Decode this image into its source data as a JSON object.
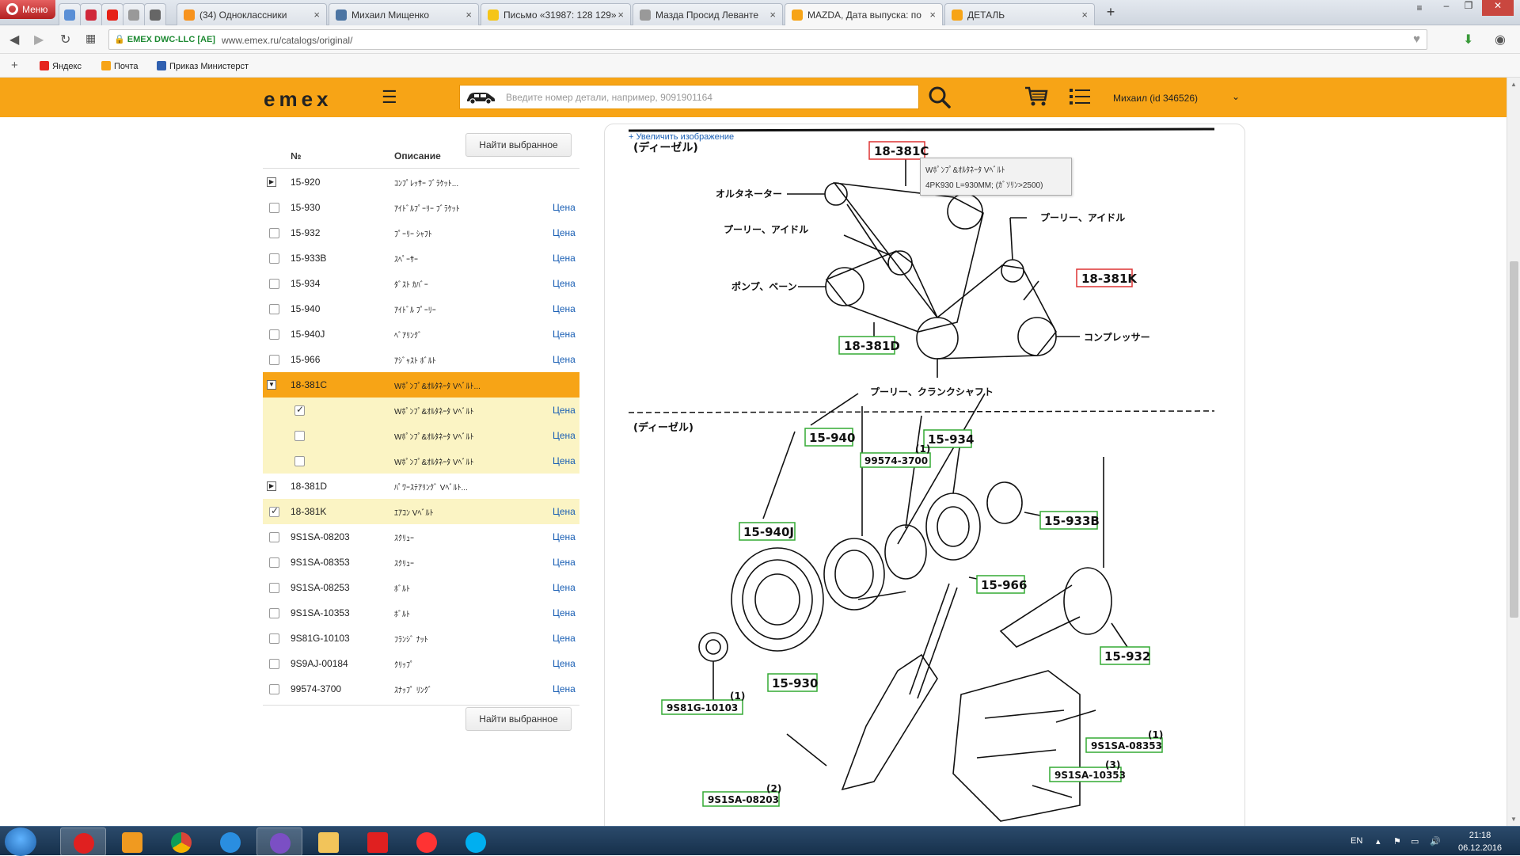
{
  "browser": {
    "menu_label": "Меню",
    "tabs": [
      {
        "label": "(34) Одноклассники",
        "color": "#f7931e"
      },
      {
        "label": "Михаил Мищенко",
        "color": "#4c75a3"
      },
      {
        "label": "Письмо «31987: 128 129»",
        "color": "#f5c518"
      },
      {
        "label": "Мазда Просид Леванте",
        "color": "#888888"
      },
      {
        "label": "MAZDA, Дата выпуска: по",
        "color": "#f7a416"
      },
      {
        "label": "ДЕТАЛЬ",
        "color": "#f7a416"
      }
    ],
    "secure_label": "EMEX DWC-LLC [AE]",
    "url": "www.emex.ru/catalogs/original/",
    "bookmarks": [
      "Яндекс",
      "Почта",
      "Приказ Министерст"
    ]
  },
  "header": {
    "logo": "emex",
    "search_placeholder": "Введите номер детали, например, 9091901164",
    "user_label": "Михаил  (id 346526)"
  },
  "table": {
    "find_button": "Найти выбранное",
    "col_num": "№",
    "col_desc": "Описание",
    "price_label": "Цена",
    "rows": [
      {
        "num": "15-920",
        "desc": "ｺﾝﾌﾟﾚｯｻｰ ﾌﾞﾗｹｯﾄ...",
        "price": ""
      },
      {
        "num": "15-930",
        "desc": "ｱｲﾄﾞﾙﾌﾟｰﾘｰ ﾌﾞﾗｹｯﾄ",
        "price": "Цена"
      },
      {
        "num": "15-932",
        "desc": "ﾌﾟｰﾘｰ ｼｬﾌﾄ",
        "price": "Цена"
      },
      {
        "num": "15-933B",
        "desc": "ｽﾍﾟｰｻｰ",
        "price": "Цена"
      },
      {
        "num": "15-934",
        "desc": "ﾀﾞｽﾄ ｶﾊﾞｰ",
        "price": "Цена"
      },
      {
        "num": "15-940",
        "desc": "ｱｲﾄﾞﾙ ﾌﾟｰﾘｰ",
        "price": "Цена"
      },
      {
        "num": "15-940J",
        "desc": "ﾍﾞｱﾘﾝｸﾞ",
        "price": "Цена"
      },
      {
        "num": "15-966",
        "desc": "ｱｼﾞｬｽﾄ ﾎﾞﾙﾄ",
        "price": "Цена"
      },
      {
        "num": "18-381C",
        "desc": "Wﾎﾟﾝﾌﾟ&ｵﾙﾀﾈｰﾀ Vﾍﾞﾙﾄ...",
        "price": ""
      },
      {
        "num": "",
        "desc": "Wﾎﾟﾝﾌﾟ&ｵﾙﾀﾈｰﾀ Vﾍﾞﾙﾄ",
        "price": "Цена"
      },
      {
        "num": "",
        "desc": "Wﾎﾟﾝﾌﾟ&ｵﾙﾀﾈｰﾀ Vﾍﾞﾙﾄ",
        "price": "Цена"
      },
      {
        "num": "",
        "desc": "Wﾎﾟﾝﾌﾟ&ｵﾙﾀﾈｰﾀ Vﾍﾞﾙﾄ",
        "price": "Цена"
      },
      {
        "num": "18-381D",
        "desc": "ﾊﾟﾜｰｽﾃｱﾘﾝｸﾞ Vﾍﾞﾙﾄ...",
        "price": ""
      },
      {
        "num": "18-381K",
        "desc": "ｴｱｺﾝ Vﾍﾞﾙﾄ",
        "price": "Цена"
      },
      {
        "num": "9S1SA-08203",
        "desc": "ｽｸﾘｭｰ",
        "price": "Цена"
      },
      {
        "num": "9S1SA-08353",
        "desc": "ｽｸﾘｭｰ",
        "price": "Цена"
      },
      {
        "num": "9S1SA-08253",
        "desc": "ﾎﾞﾙﾄ",
        "price": "Цена"
      },
      {
        "num": "9S1SA-10353",
        "desc": "ﾎﾞﾙﾄ",
        "price": "Цена"
      },
      {
        "num": "9S81G-10103",
        "desc": "ﾌﾗﾝｼﾞ ﾅｯﾄ",
        "price": "Цена"
      },
      {
        "num": "9S9AJ-00184",
        "desc": "ｸﾘｯﾌﾟ",
        "price": "Цена"
      },
      {
        "num": "99574-3700",
        "desc": "ｽﾅｯﾌﾟ ﾘﾝｸﾞ",
        "price": "Цена"
      }
    ]
  },
  "diagram": {
    "zoom_link": "+ Увеличить изображение",
    "tooltip_line1": "Wﾎﾟﾝﾌﾟ&ｵﾙﾀﾈｰﾀ Vﾍﾞﾙﾄ",
    "tooltip_line2": "4PK930 L=930MM; (ｶﾞｿﾘﾝ>2500)",
    "section1_title": "(ディーゼル)",
    "section2_title": "(ディーゼル)",
    "labels_top": {
      "alternator": "オルタネーター",
      "pulley_idle_left": "プーリー、アイドル",
      "pulley_idle_right": "プーリー、アイドル",
      "pump_vane": "ポンプ、ベーン",
      "compressor": "コンプレッサー",
      "crankshaft": "プーリー、クランクシャフト",
      "callout_c": "18-381C",
      "callout_k": "18-381K",
      "callout_d": "18-381D"
    },
    "labels_bottom": {
      "p15940": "15-940",
      "p15934": "15-934",
      "p99574": "99574-3700",
      "q1a": "(1)",
      "p15933b": "15-933B",
      "p15940j": "15-940J",
      "p15966": "15-966",
      "p15932": "15-932",
      "p15930": "15-930",
      "p9s81g": "9S81G-10103",
      "q1b": "(1)",
      "p08353": "9S1SA-08353",
      "q1c": "(1)",
      "p10353": "9S1SA-10353",
      "q3": "(3)",
      "p08203": "9S1SA-08203",
      "q2": "(2)"
    }
  },
  "taskbar": {
    "lang": "EN",
    "time": "21:18",
    "date": "06.12.2016"
  }
}
